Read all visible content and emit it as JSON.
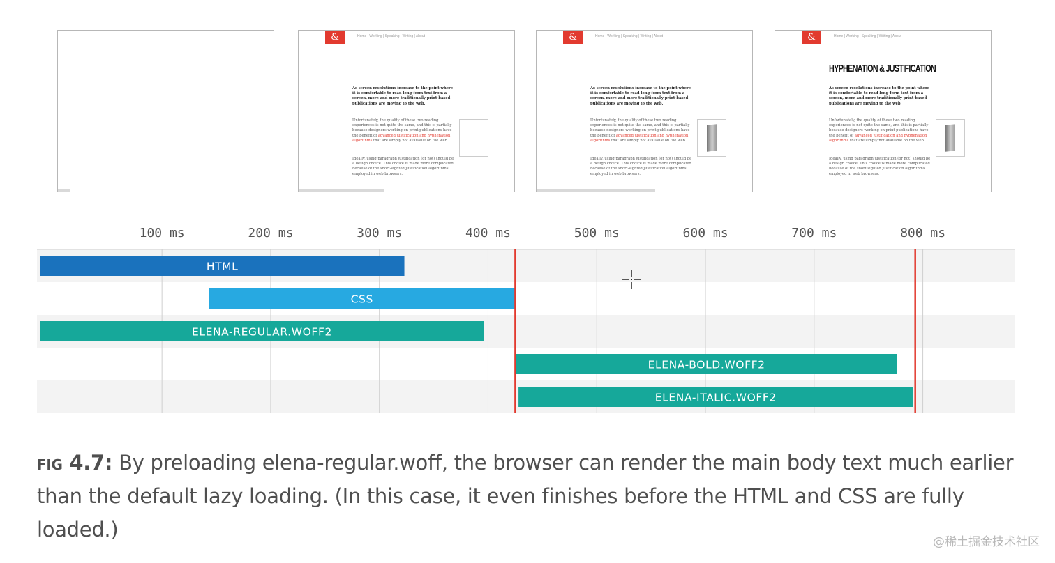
{
  "filmstrip": [
    {
      "blank": true
    },
    {
      "logo": "&",
      "nav": "Home | Working | Speaking | Writing | About",
      "headline": "",
      "lead": "As screen resolutions increase to the point where it is comfortable to read long-form text from a screen, more and more traditionally print-based publications are moving to the web.",
      "body1a": "Unfortunately, the quality of these two reading experiences is not quite the same, and this is partially because designers working on print publications have the benefit of ",
      "body1hl": "advanced justification and hyphenation algorithms",
      "body1b": " that are simply not available on the web.",
      "body2": "Ideally, using paragraph justification (or not) should be a design choice. This choice is made more complicated because of the short-sighted justification algorithms employed in web browsers.",
      "image": false
    },
    {
      "logo": "&",
      "nav": "Home | Working | Speaking | Writing | About",
      "headline": "",
      "lead": "As screen resolutions increase to the point where it is comfortable to read long-form text from a screen, more and more traditionally print-based publications are moving to the web.",
      "body1a": "Unfortunately, the quality of these two reading experiences is not quite the same, and this is partially because designers working on print publications have the benefit of ",
      "body1hl": "advanced justification and hyphenation algorithms",
      "body1b": " that are simply not available on the web.",
      "body2": "Ideally, using paragraph justification (or not) should be a design choice. This choice is made more complicated because of the short-sighted justification algorithms employed in web browsers.",
      "image": true
    },
    {
      "logo": "&",
      "nav": "Home | Working | Speaking | Writing | About",
      "headline": "HYPHENATION & JUSTIFICATION",
      "lead": "As screen resolutions increase to the point where it is comfortable to read long-form text from a screen, more and more traditionally print-based publications are moving to the web.",
      "body1a": "Unfortunately, the quality of these two reading experiences is not quite the same, and this is partially because designers working on print publications have the benefit of ",
      "body1hl": "advanced justification and hyphenation algorithms",
      "body1b": " that are simply not available on the web.",
      "body2": "Ideally, using paragraph justification (or not) should be a design choice. This choice is made more complicated because of the short-sighted justification algorithms employed in web browsers.",
      "image": true
    }
  ],
  "chart_data": {
    "type": "bar",
    "subtype": "gantt-waterfall",
    "x_unit": "ms",
    "xlim": [
      -15,
      885
    ],
    "x_ticks": [
      100,
      200,
      300,
      400,
      500,
      600,
      700,
      800
    ],
    "x_tick_labels": [
      "100 ms",
      "200 ms",
      "300 ms",
      "400 ms",
      "500 ms",
      "600 ms",
      "700 ms",
      "800 ms"
    ],
    "grid": true,
    "rows": [
      {
        "label": "HTML",
        "start": -12,
        "end": 323,
        "color": "#1a72bd"
      },
      {
        "label": "CSS",
        "start": 143,
        "end": 425,
        "color": "#27a9e1"
      },
      {
        "label": "ELENA-REGULAR.WOFF2",
        "start": -12,
        "end": 396,
        "color": "#16a89a"
      },
      {
        "label": "ELENA-BOLD.WOFF2",
        "start": 426,
        "end": 776,
        "color": "#16a89a"
      },
      {
        "label": "ELENA-ITALIC.WOFF2",
        "start": 428,
        "end": 791,
        "color": "#16a89a"
      }
    ],
    "markers": [
      {
        "x": 425,
        "color": "#e23a2f"
      },
      {
        "x": 793,
        "color": "#e23a2f"
      }
    ]
  },
  "caption": {
    "prefix": "fig 4.7:",
    "text": " By preloading elena-regular.woff, the browser can render the main body text much earlier than the default lazy loading. (In this case, it even finishes before the HTML and CSS are fully loaded.)"
  },
  "watermark": "@稀土掘金技术社区"
}
